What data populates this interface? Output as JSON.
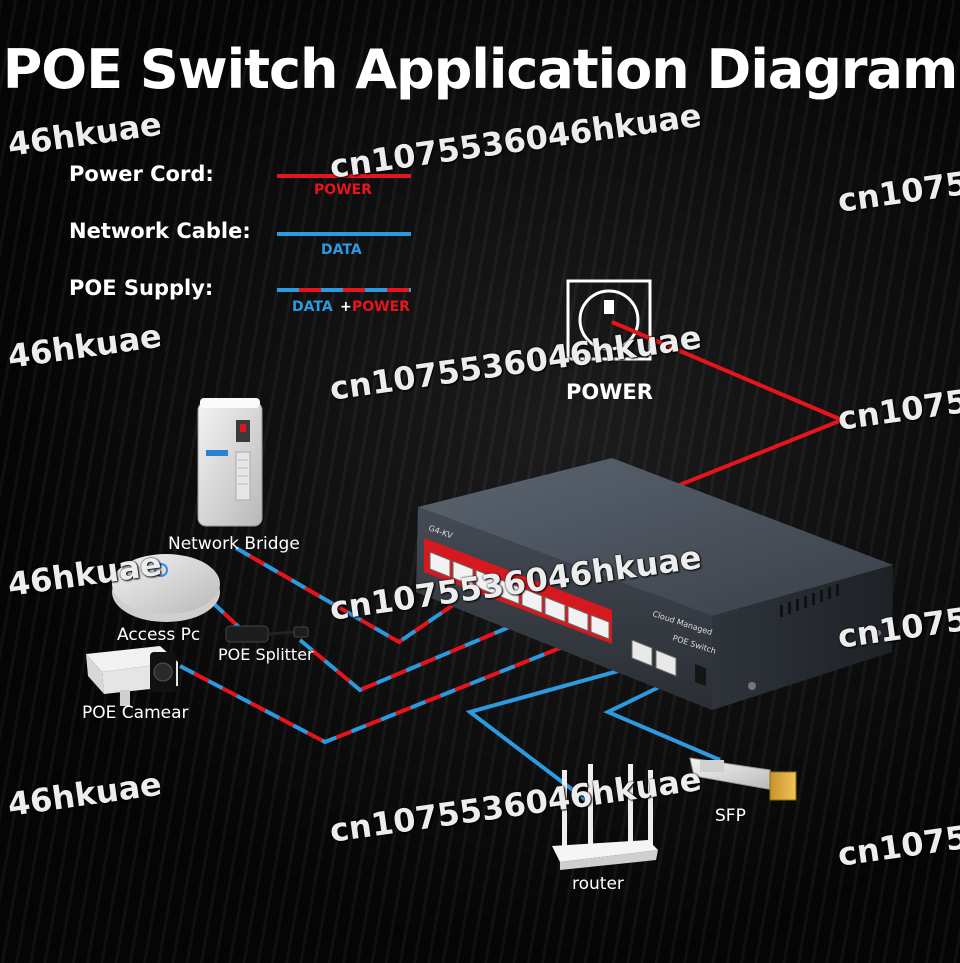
{
  "title": "POE Switch Application Diagram",
  "legend": {
    "power_cord": {
      "label": "Power Cord:",
      "tag": "POWER"
    },
    "network_cable": {
      "label": "Network Cable:",
      "tag": "DATA"
    },
    "poe_supply": {
      "label": "POE Supply:",
      "tag_data": "DATA",
      "tag_plus": "+",
      "tag_power": "POWER"
    }
  },
  "devices": {
    "power": "POWER",
    "network_bridge": "Network Bridge",
    "access_pc": "Access Pc",
    "poe_splitter": "POE Splitter",
    "poe_camera": "POE Camear",
    "router": "router",
    "sfp": "SFP"
  },
  "switch_text": {
    "brand": "G4-KV",
    "cloud": "Cloud Managed",
    "model": "POE Switch"
  },
  "watermark": {
    "full": "cn1075536046hkuae",
    "left_fragment": "46hkuae",
    "right_fragment": "cn1075"
  },
  "colors": {
    "power": "#e8141c",
    "data": "#2d9ae0",
    "background": "#000000"
  }
}
